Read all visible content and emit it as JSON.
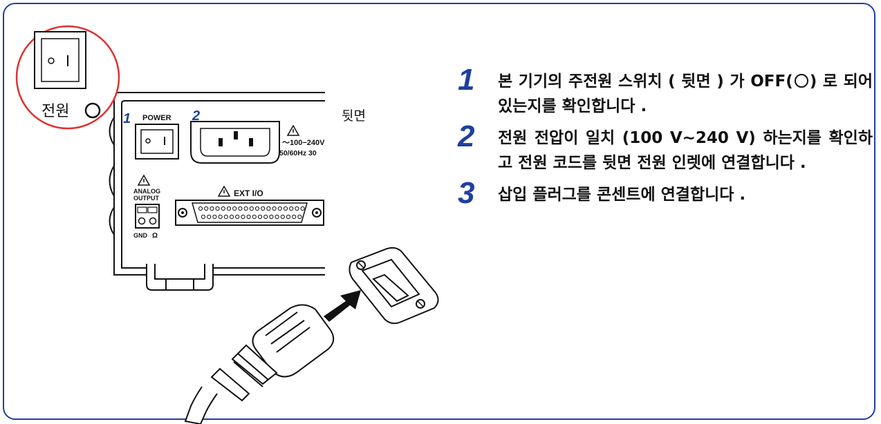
{
  "inset": {
    "power_label": "전원",
    "off_symbol": "circle-off-icon"
  },
  "rear_panel": {
    "side_label": "뒷면",
    "callout_1": "1",
    "callout_2": "2",
    "power_label": "POWER",
    "voltage_text": "～100−240V",
    "freq_text": "50/60Hz 30",
    "analog_label_1": "ANALOG",
    "analog_label_2": "OUTPUT",
    "gnd_label": "GND",
    "ohm_label": "Ω",
    "ext_io_label": "EXT I/O"
  },
  "steps": [
    {
      "num": "1",
      "text_a": "본 기기의 주전원 스위치 ( 뒷면 ) 가 OFF(",
      "text_b": ") 로 되어 있는지를 확인합니다 ."
    },
    {
      "num": "2",
      "text": "전원 전압이 일치 (100 V~240 V) 하는지를 확인하고 전원 코드를 뒷면 전원 인렛에 연결합니다 ."
    },
    {
      "num": "3",
      "text": "삽입 플러그를 콘센트에 연결합니다 ."
    }
  ],
  "colors": {
    "frame": "#1f3fa0",
    "accent_blue": "#1f3fa0",
    "inset_circle": "#e03030"
  }
}
